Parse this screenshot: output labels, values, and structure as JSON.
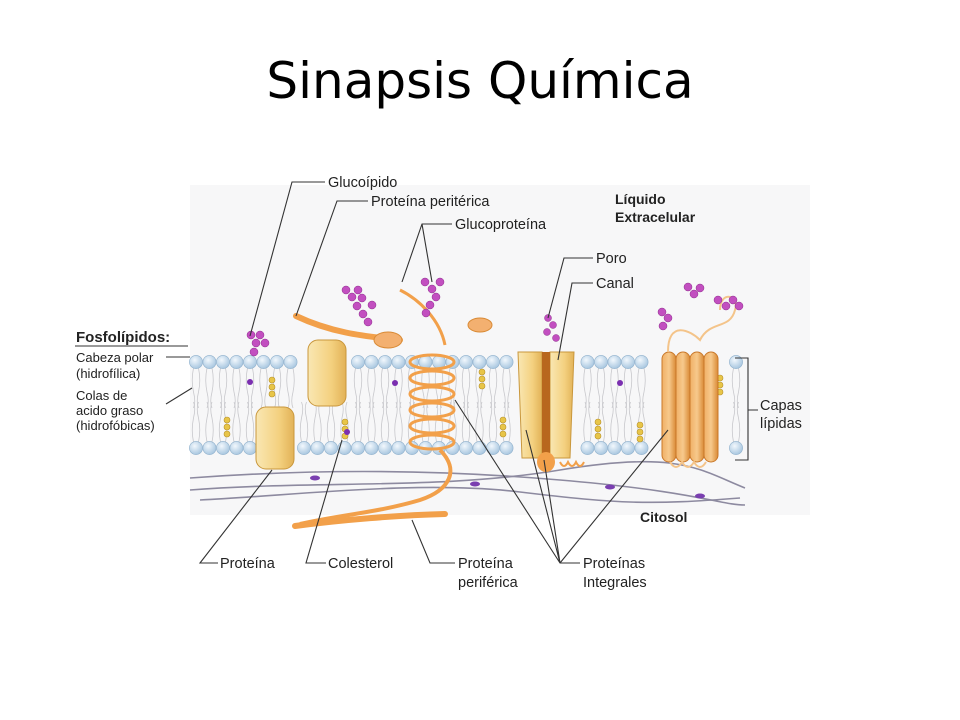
{
  "title": "Sinapsis Química",
  "diagram": {
    "labels": {
      "glucolipido": "Glucoípido",
      "proteina_periferica_top": "Proteína peritérica",
      "glucoproteina": "Glucoproteína",
      "liquido_line1": "Líquido",
      "liquido_line2": "Extracelular",
      "poro": "Poro",
      "canal": "Canal",
      "fosfolipidos": "Fosfolípidos:",
      "cabeza_line1": "Cabeza polar",
      "cabeza_line2": "(hidrofílica)",
      "colas_line1": "Colas de",
      "colas_line2": "acido graso",
      "colas_line3": "(hidrofóbicas)",
      "capas_line1": "Capas",
      "capas_line2": "lípidas",
      "citosol": "Citosol",
      "proteina": "Proteína",
      "colesterol": "Colesterol",
      "proteina_periferica_bottom_line1": "Proteína",
      "proteina_periferica_bottom_line2": "periférica",
      "proteinas_integrales_line1": "Proteínas",
      "proteinas_integrales_line2": "Integrales"
    },
    "colors": {
      "head": "#c9def0",
      "head_stroke": "#8fb0cc",
      "protein": "#f6d98f",
      "protein_stroke": "#d9a94a",
      "helix": "#f2a04a",
      "sugar": "#c24fc0",
      "cholesterol": "#e8c548"
    }
  }
}
